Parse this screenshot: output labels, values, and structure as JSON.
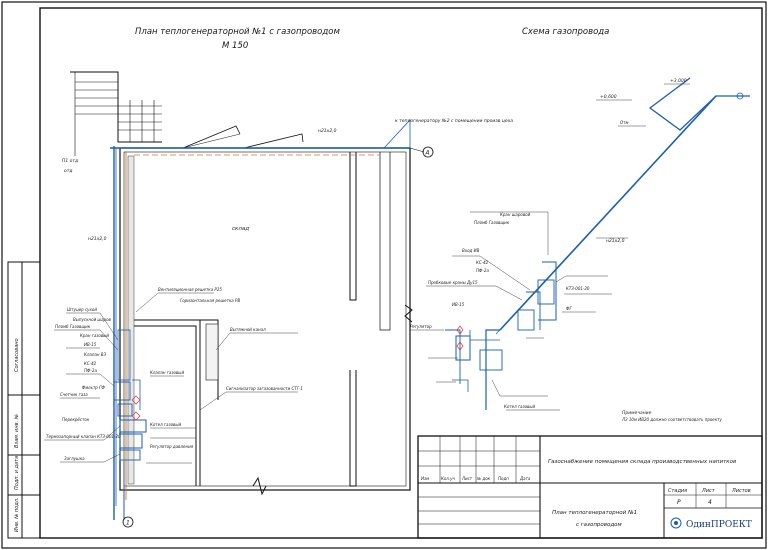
{
  "plan": {
    "title": "План теплогенераторной №1 с газопроводом",
    "scale": "М 150",
    "room_label": "склад",
    "pipe_label_top": "н21х2,0",
    "pipe_label_vertical": "н21х2,0",
    "gas_supply_note": "к теплогенератору №2 с помещении произв цеха",
    "axis_a": "А",
    "axis_1": "1",
    "wall_stub_1": "П1 отд",
    "wall_stub_2": "отд"
  },
  "plan_callouts": [
    "Штуцер сухой",
    "Выпускной шаров",
    "Пломб Газовщик",
    "Кран газовый",
    "ИВ-15",
    "Клапан ВЗ",
    "КС-42",
    "ПФ-2а",
    "Фильтр ГФ",
    "Счетчик газа",
    "Перекрёсток",
    "Термозапорный клапан КТЗ-001-20",
    "Вентиляционная решетка Р25",
    "Горизонтальная решетка РВ",
    "Вытяжной канал",
    "Сигнализатор загазованности СТГ-1",
    "Клапан газовый",
    "Котел газовый",
    "Регулятор давления",
    "Заглушка"
  ],
  "scheme": {
    "title": "Схема газопровода",
    "pipe_label": "н21х2,0",
    "levels": [
      "+0,600",
      "+3,000"
    ],
    "callouts": [
      "Кран шаровой",
      "Пломб Газовщик",
      "Вход ИВ",
      "КС-42",
      "ПФ-2а",
      "Пробковые краны Ду15",
      "ИВ-15",
      "КТЗ-001-20",
      "Котел газовый",
      "Регулятор",
      "Отм",
      "ФГ"
    ],
    "note_label": "Примечание",
    "note_text": "ЛЗ 10м ИВ20 должно соответствовать проекту"
  },
  "title_block": {
    "project_name": "Газоснабжение помещения склада производственных напитков",
    "sheet_title_line1": "План теплогенераторной №1",
    "sheet_title_line2": "с газопроводом",
    "header_cells": [
      "Изм",
      "Кол.уч",
      "Лист",
      "№ док",
      "Подп",
      "Дата"
    ],
    "stage_header": "Стадия",
    "sheet_header": "Лист",
    "sheets_header": "Листов",
    "stage_value": "Р",
    "sheet_value": "4",
    "company": "ОдинПРОЕКТ"
  },
  "left_stamp": [
    "Согласовано",
    "Взам. инв. №",
    "Подп. и дата",
    "Инв. № подл."
  ],
  "colors": {
    "line": "#111111",
    "pipe": "#1a5fb4",
    "orange": "#c87a2c",
    "valve_red": "#e0464f"
  }
}
